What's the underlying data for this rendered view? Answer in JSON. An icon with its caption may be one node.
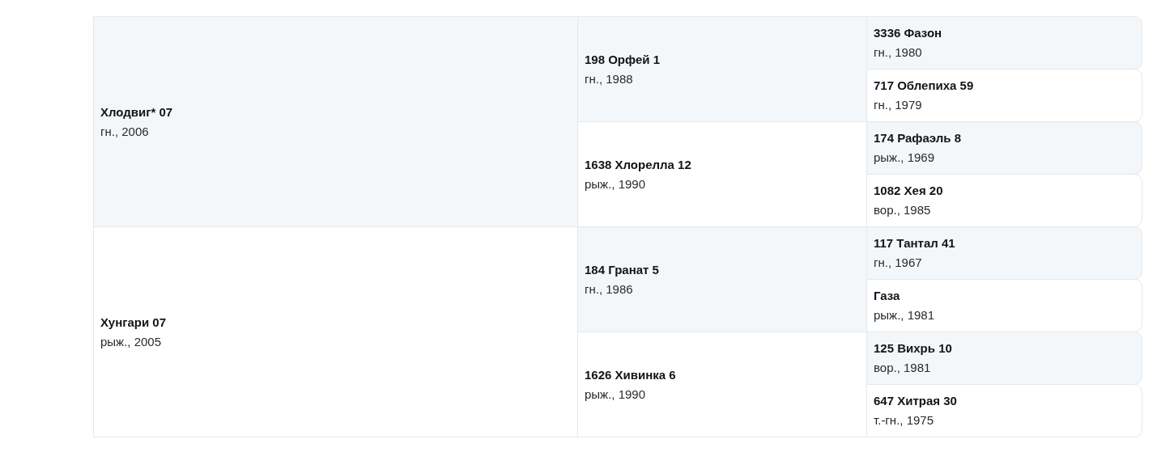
{
  "diagram": {
    "nodes": [
      {
        "text": [
          "Хлодвиг* 07",
          "гн., 2006"
        ]
      },
      {
        "text": [
          "198 Орфей 1",
          "гн., 1988"
        ]
      },
      {
        "text": [
          "3336 Фазон",
          "гн., 1980"
        ]
      },
      {
        "text": [
          "717 Облепиха 59",
          "гн., 1979"
        ]
      },
      {
        "text": [
          "1638 Хлорелла 12",
          "рыж., 1990"
        ]
      },
      {
        "text": [
          "174 Рафаэль 8",
          "рыж., 1969"
        ]
      },
      {
        "text": [
          "1082 Хея 20",
          "вор., 1985"
        ]
      },
      {
        "text": [
          "Хунгари 07",
          "рыж., 2005"
        ]
      },
      {
        "text": [
          "184 Гранат 5",
          "гн., 1986"
        ]
      },
      {
        "text": [
          "117 Тантал 41",
          "гн., 1967"
        ]
      },
      {
        "text": [
          "Газа",
          "рыж., 1981"
        ]
      },
      {
        "text": [
          "1626 Хивинка 6",
          "рыж., 1990"
        ]
      },
      {
        "text": [
          "125 Вихрь 10",
          "вор., 1981"
        ]
      },
      {
        "text": [
          "647 Хитрая 30",
          "т.-гн., 1975"
        ]
      }
    ]
  }
}
